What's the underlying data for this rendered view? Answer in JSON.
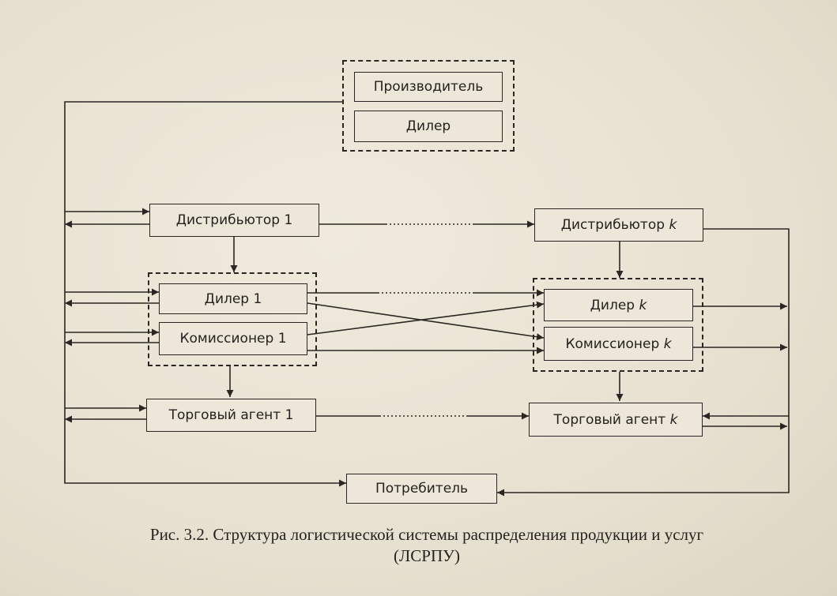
{
  "nodes": {
    "producer": "Производитель",
    "dealer_top": "Дилер",
    "distributor_1": "Дистрибьютор 1",
    "distributor_k_prefix": "Дистрибьютор ",
    "distributor_k_index": "k",
    "dealer_1": "Дилер 1",
    "dealer_k_prefix": "Дилер ",
    "dealer_k_index": "k",
    "commission_1": "Комиссионер 1",
    "commission_k_prefix": "Комиссионер ",
    "commission_k_index": "k",
    "agent_1": "Торговый агент 1",
    "agent_k_prefix": "Торговый агент ",
    "agent_k_index": "k",
    "consumer": "Потребитель"
  },
  "caption": {
    "line1": "Рис. 3.2. Структура логистической системы распределения продукции и услуг",
    "line2": "(ЛСРПУ)"
  },
  "colors": {
    "ink": "#2a2623",
    "paper": "#ece7d9"
  }
}
